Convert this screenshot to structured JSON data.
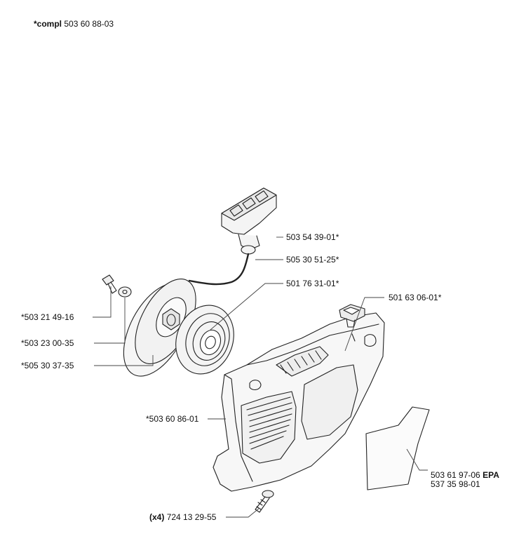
{
  "header": {
    "prefix": "*compl",
    "number": "503 60 88-03"
  },
  "parts": {
    "handle": "503 54 39-01*",
    "cord": "505 30 51-25*",
    "spring": "501 76 31-01*",
    "plug": "501 63 06-01*",
    "screw": "*503 21 49-16",
    "washer": "*503 23 00-35",
    "pulley": "*505 30 37-35",
    "cover": "*503 60 86-01",
    "decal_a": "503 61 97-06",
    "decal_a_suffix": "EPA",
    "decal_b": "537 35 98-01",
    "bolt_qty": "(x4)",
    "bolt": "724 13 29-55"
  }
}
